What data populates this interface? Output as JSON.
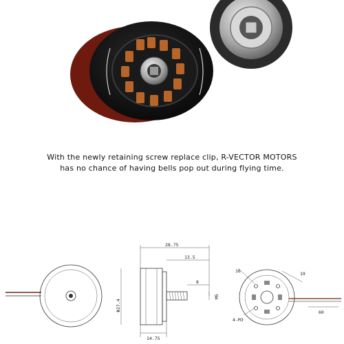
{
  "caption": {
    "line1": "With the newly retaining screw replace clip, R-VECTOR MOTORS",
    "line2": "has no chance of having bells pop out during flying time."
  },
  "drawing": {
    "dims": {
      "overall_length": "28.75",
      "bell_length": "13.5",
      "shaft_length": "8",
      "shaft_thread": "M5",
      "diameter": "Φ27.4",
      "base_length": "14.75",
      "mount_hole_a": "16",
      "mount_hole_b": "19",
      "wire_length": "60",
      "mount_screws": "4-M3"
    }
  },
  "colors": {
    "motor_body": "#151515",
    "accent_red": "#7a1c10",
    "copper": "#b8652a",
    "steel": "#b9b9b9"
  }
}
